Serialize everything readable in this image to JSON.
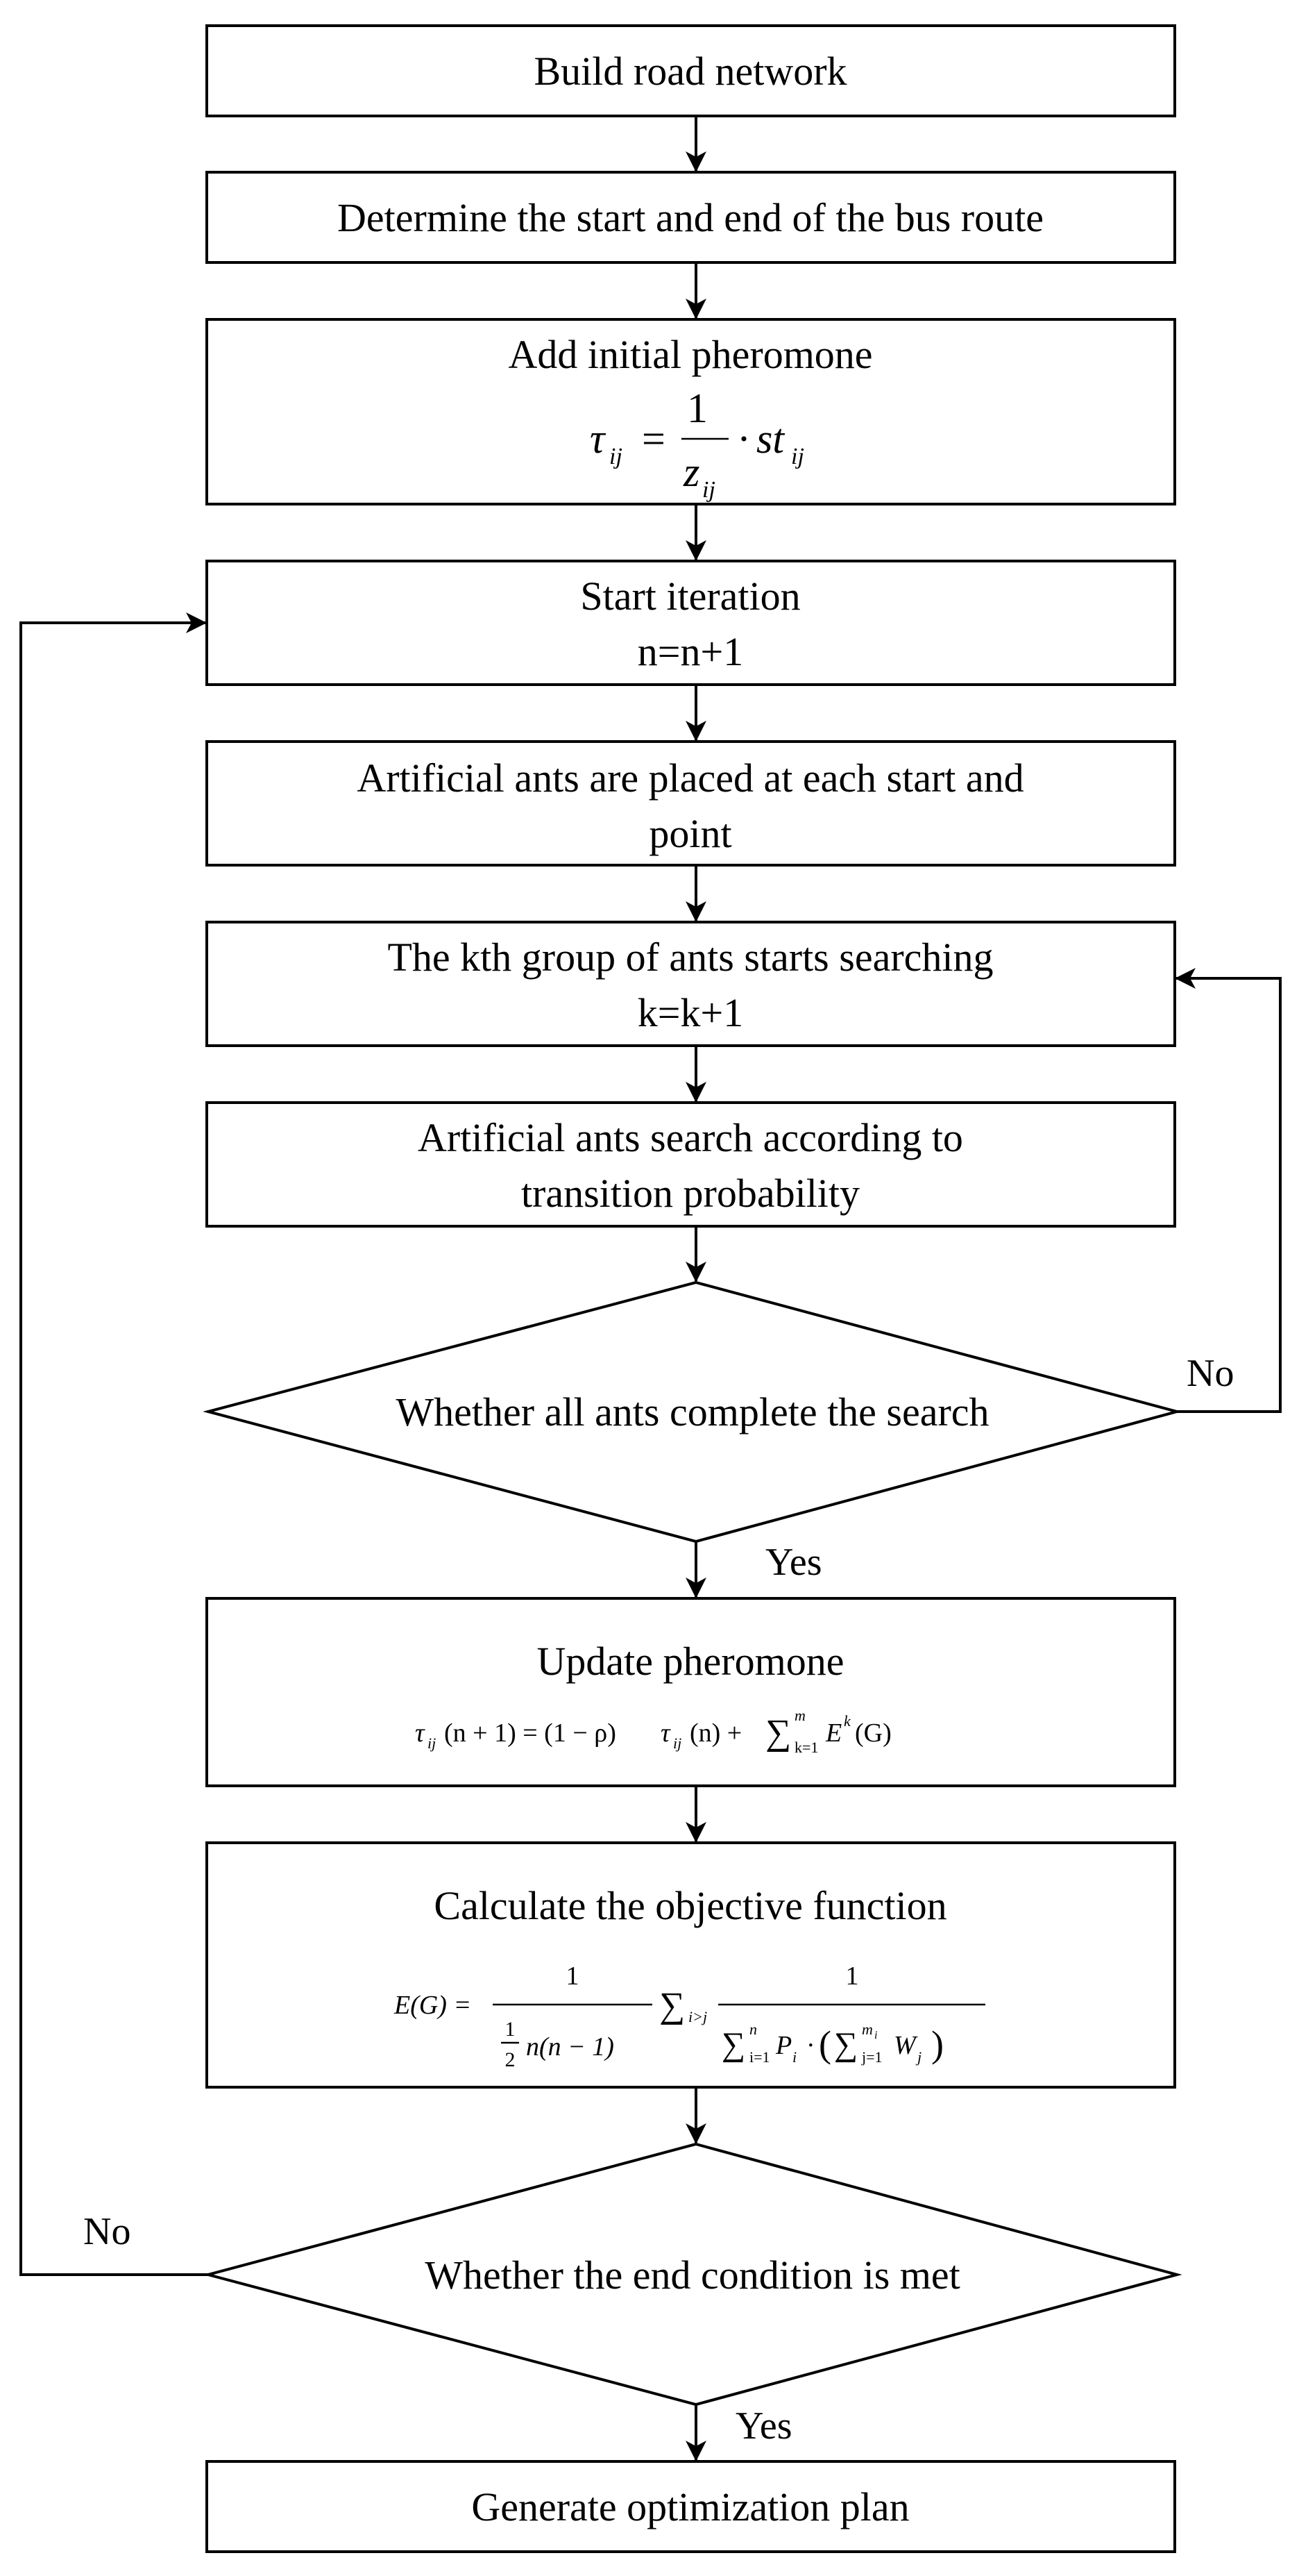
{
  "steps": {
    "build": "Build road network",
    "determine": "Determine the start and end of the bus route",
    "add_pheromone": "Add initial pheromone",
    "start_iteration": "Start iteration",
    "iter_counter": "n=n+1",
    "place_ants_1": "Artificial ants are placed at each start and",
    "place_ants_2": "point",
    "group_search": "The kth group of ants starts searching",
    "group_counter": "k=k+1",
    "search_1": "Artificial ants search according to",
    "search_2": "transition probability",
    "decision_complete": "Whether all ants complete the search",
    "update": "Update pheromone",
    "calculate": "Calculate the objective function",
    "decision_end": "Whether the end condition is met",
    "generate": "Generate optimization plan"
  },
  "edge_labels": {
    "no_1": "No",
    "yes_1": "Yes",
    "no_2": "No",
    "yes_2": "Yes"
  },
  "formulas": {
    "initial": {
      "lhs": "τ",
      "lhs_sub": "ij",
      "eq": "=",
      "num": "1",
      "den": "z",
      "den_sub": "ij",
      "dot": "·",
      "st": "st",
      "st_sub": "ij"
    },
    "update": {
      "lhs": "τ",
      "lhs_sub": "ij",
      "lhs_arg": "(n + 1) = (1 − ρ)",
      "mid": "τ",
      "mid_sub": "ij",
      "mid_arg": "(n) + ",
      "sum": "∑",
      "sum_top": "m",
      "sum_bot": "k=1",
      "tail": "E",
      "tail_sup": "k",
      "tail_arg": "(G)"
    },
    "objective": {
      "lhs": "E(G) =",
      "num1": "1",
      "den1_half": "1",
      "den1_two": "2",
      "den1_rest": "n(n − 1)",
      "sum_main": "∑",
      "sum_main_sub": "i>j",
      "num2": "1",
      "den2_sum": "∑",
      "den2_sum_top": "n",
      "den2_sum_bot": "i=1",
      "den2_p": "P",
      "den2_p_sub": "i",
      "den2_dot": "·",
      "den2_open": "(",
      "den2_inner_sum": "∑",
      "den2_inner_top": "m",
      "den2_inner_top_sub": "i",
      "den2_inner_bot": "j=1",
      "den2_w": "W",
      "den2_w_sub": "j",
      "den2_close": ")"
    }
  }
}
